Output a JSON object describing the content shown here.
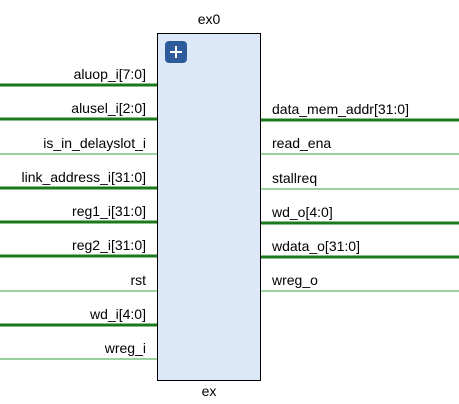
{
  "block": {
    "instance_name": "ex0",
    "module_name": "ex"
  },
  "colors": {
    "block_fill": "#dce8f8",
    "block_border": "#000000",
    "wire": "#3aa23a",
    "bus": "#1a7a1a",
    "pin_stub": "#000000",
    "expand_button": "#2e5c9a"
  },
  "inputs": [
    {
      "name": "aluop_i[7:0]",
      "bus": true
    },
    {
      "name": "alusel_i[2:0]",
      "bus": true
    },
    {
      "name": "is_in_delayslot_i",
      "bus": false
    },
    {
      "name": "link_address_i[31:0]",
      "bus": true
    },
    {
      "name": "reg1_i[31:0]",
      "bus": true
    },
    {
      "name": "reg2_i[31:0]",
      "bus": true
    },
    {
      "name": "rst",
      "bus": false
    },
    {
      "name": "wd_i[4:0]",
      "bus": true
    },
    {
      "name": "wreg_i",
      "bus": false
    }
  ],
  "outputs": [
    {
      "name": "data_mem_addr[31:0]",
      "bus": true
    },
    {
      "name": "read_ena",
      "bus": false
    },
    {
      "name": "stallreq",
      "bus": false
    },
    {
      "name": "wd_o[4:0]",
      "bus": true
    },
    {
      "name": "wdata_o[31:0]",
      "bus": true
    },
    {
      "name": "wreg_o",
      "bus": false
    }
  ]
}
